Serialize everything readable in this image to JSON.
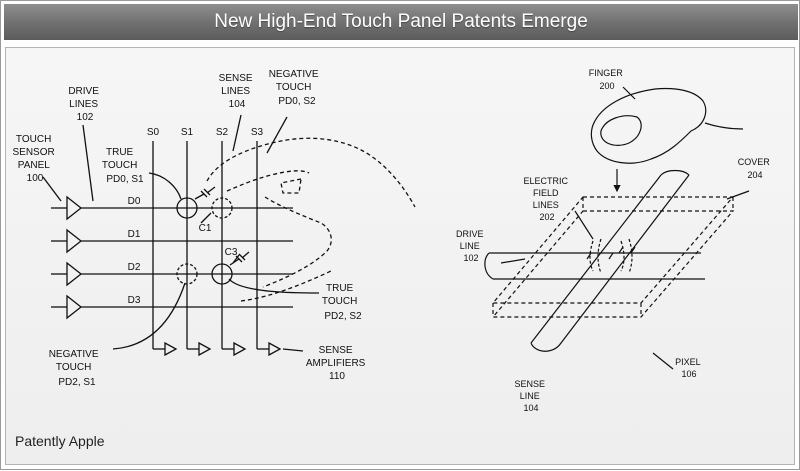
{
  "header": {
    "title": "New High-End Touch Panel Patents Emerge"
  },
  "left_diagram": {
    "drive_lines_title": [
      "DRIVE",
      "LINES",
      "102"
    ],
    "sense_lines_title": [
      "SENSE",
      "LINES",
      "104"
    ],
    "negative_touch_top": [
      "NEGATIVE",
      "TOUCH"
    ],
    "negative_touch_top_sub": "PD0, S2",
    "touch_sensor_panel": [
      "TOUCH",
      "SENSOR",
      "PANEL",
      "100"
    ],
    "true_touch_1": [
      "TRUE",
      "TOUCH"
    ],
    "true_touch_1_sub": "PD0, S1",
    "true_touch_2": [
      "TRUE",
      "TOUCH"
    ],
    "true_touch_2_sub": "PD2, S2",
    "negative_touch_bottom": [
      "NEGATIVE",
      "TOUCH"
    ],
    "negative_touch_bottom_sub": "PD2, S1",
    "sense_amplifiers": [
      "SENSE",
      "AMPLIFIERS",
      "110"
    ],
    "columns": [
      "S0",
      "S1",
      "S2",
      "S3"
    ],
    "rows": [
      "D0",
      "D1",
      "D2",
      "D3"
    ],
    "c1": "C1",
    "c3": "C3"
  },
  "right_diagram": {
    "finger": [
      "FINGER",
      "200"
    ],
    "cover": [
      "COVER",
      "204"
    ],
    "electric_field": [
      "ELECTRIC",
      "FIELD",
      "LINES",
      "202"
    ],
    "drive_line": [
      "DRIVE",
      "LINE",
      "102"
    ],
    "pixel": [
      "PIXEL",
      "106"
    ],
    "sense_line": [
      "SENSE",
      "LINE",
      "104"
    ]
  },
  "footer": {
    "watermark": "Patently Apple"
  }
}
